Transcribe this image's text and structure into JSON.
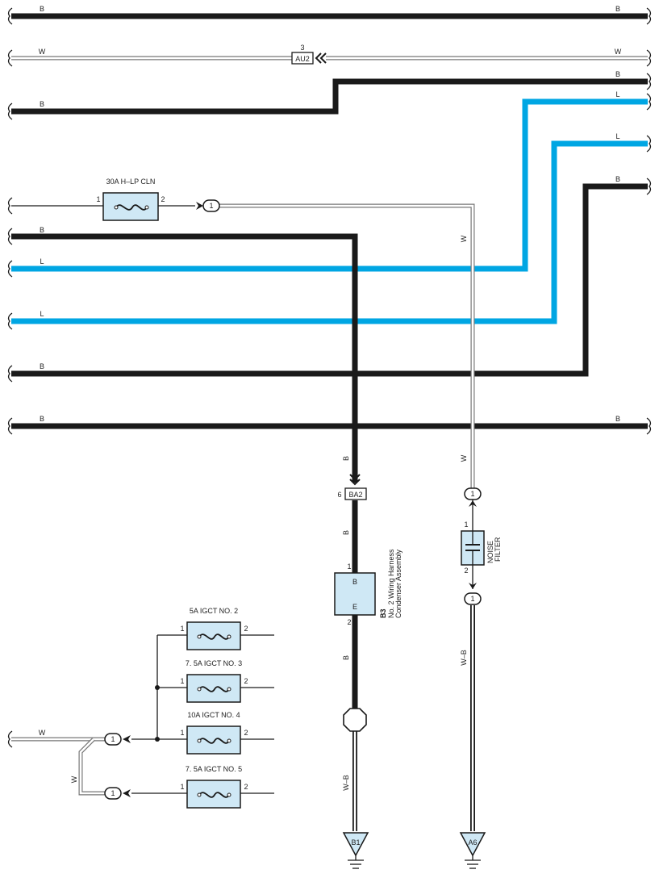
{
  "colors": {
    "B": "#1a1a1a",
    "L": "#00a6e3",
    "W_outline": "#777777",
    "component_fill": "#cfe8f5",
    "accent": "#00a6e3"
  },
  "wires": {
    "w1_left": "B",
    "w1_right": "B",
    "w2_left": "W",
    "w2_right": "W",
    "w3_left": "B",
    "w3_right": "B",
    "w4_right": "L",
    "w5_right": "L",
    "w6_right": "B",
    "fuse_out_v": "W",
    "w7_left": "B",
    "w8_left": "L",
    "w9_left": "L",
    "w10_left": "B",
    "w11_left": "B",
    "w11_right": "B",
    "ba2_above": "B",
    "ba2_below": "B",
    "b3_below": "B",
    "nf_above": "W",
    "nf_below": "W–B",
    "b1_wire": "W–B",
    "bottom_left_w": "W",
    "bottom_left_vw": "W"
  },
  "connectors": {
    "au2": {
      "pin": "3",
      "name": "AU2"
    },
    "ba2": {
      "pin": "6",
      "name": "BA2"
    }
  },
  "fuses": {
    "hlp": {
      "label": "30A H–LP CLN",
      "pin_in": "1",
      "pin_out": "2"
    },
    "igct2": {
      "label": "5A IGCT NO. 2",
      "pin_in": "1",
      "pin_out": "2"
    },
    "igct3": {
      "label": "7. 5A IGCT NO. 3",
      "pin_in": "1",
      "pin_out": "2"
    },
    "igct4": {
      "label": "10A IGCT NO. 4",
      "pin_in": "1",
      "pin_out": "2"
    },
    "igct5": {
      "label": "7. 5A IGCT NO. 5",
      "pin_in": "1",
      "pin_out": "2"
    }
  },
  "junctions": {
    "j_fuse_out": "1",
    "j_nf_top": "1",
    "j_nf_bottom": "1",
    "j_left_a": "1",
    "j_left_b": "1"
  },
  "components": {
    "b3": {
      "code": "B3",
      "name_line1": "No. 2 Wiring Harness",
      "name_line2": "Condenser Assembly",
      "term_top": "B",
      "term_bottom": "E",
      "pin_top": "1",
      "pin_bottom": "2"
    },
    "noise_filter": {
      "name_line1": "NOISE",
      "name_line2": "FILTER",
      "pin_top": "1",
      "pin_bottom": "2"
    }
  },
  "grounds": {
    "b1": "B1",
    "a6": "A6"
  }
}
